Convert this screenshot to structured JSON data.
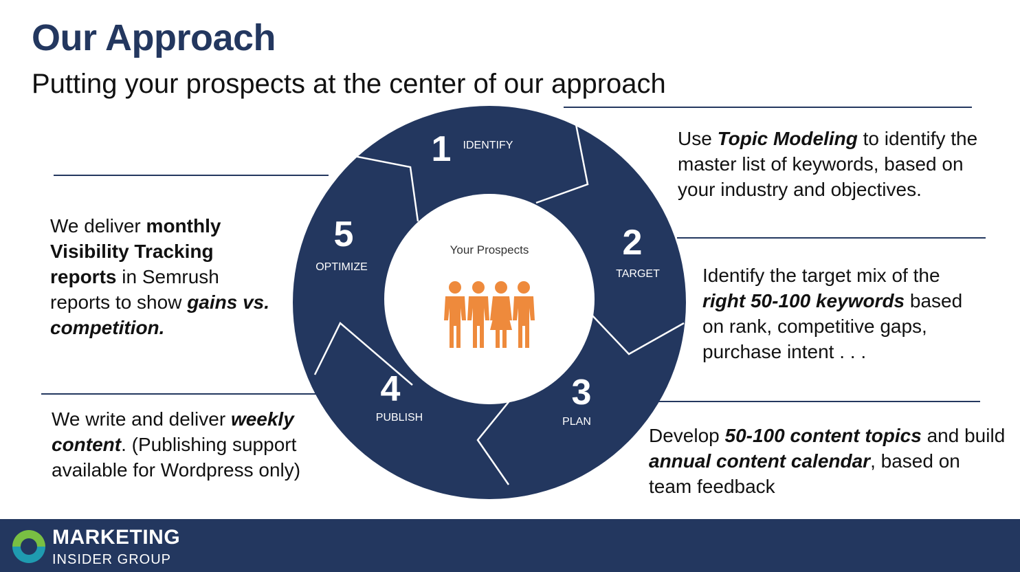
{
  "header": {
    "title": "Our Approach",
    "subtitle": "Putting your prospects at the center of our approach"
  },
  "cycle": {
    "center_label": "Your Prospects",
    "center_icon": "people-icon",
    "steps": [
      {
        "number": "1",
        "label": "IDENTIFY"
      },
      {
        "number": "2",
        "label": "TARGET"
      },
      {
        "number": "3",
        "label": "PLAN"
      },
      {
        "number": "4",
        "label": "PUBLISH"
      },
      {
        "number": "5",
        "label": "OPTIMIZE"
      }
    ]
  },
  "descriptions": {
    "identify": {
      "t1": "Use ",
      "b1": "Topic Modeling",
      "t2": " to identify the  master list of keywords, based on your industry and objectives."
    },
    "target": {
      "t1": "Identify the target mix of the ",
      "b1": "right 50-100 keywords",
      "t2": " based on rank, competitive gaps, purchase intent . . ."
    },
    "plan": {
      "t1": "Develop ",
      "b1": "50-100 content topics",
      "t2": " and build ",
      "b2": "annual content calendar",
      "t3": ", based on team feedback"
    },
    "publish": {
      "t1": "We write and deliver ",
      "b1": "weekly content",
      "t2": ". (Publishing support available for Wordpress only)"
    },
    "optimize": {
      "t1": "We deliver ",
      "b1": "monthly Visibility Tracking reports",
      "t2": " in Semrush reports to show ",
      "b2": "gains vs. competition."
    }
  },
  "footer": {
    "brand_main": "MARKETING",
    "brand_sub": "INSIDER GROUP"
  },
  "colors": {
    "navy": "#23375f",
    "orange": "#ee8a3c",
    "logo_green": "#79bf43",
    "logo_teal": "#1f9bb0"
  }
}
